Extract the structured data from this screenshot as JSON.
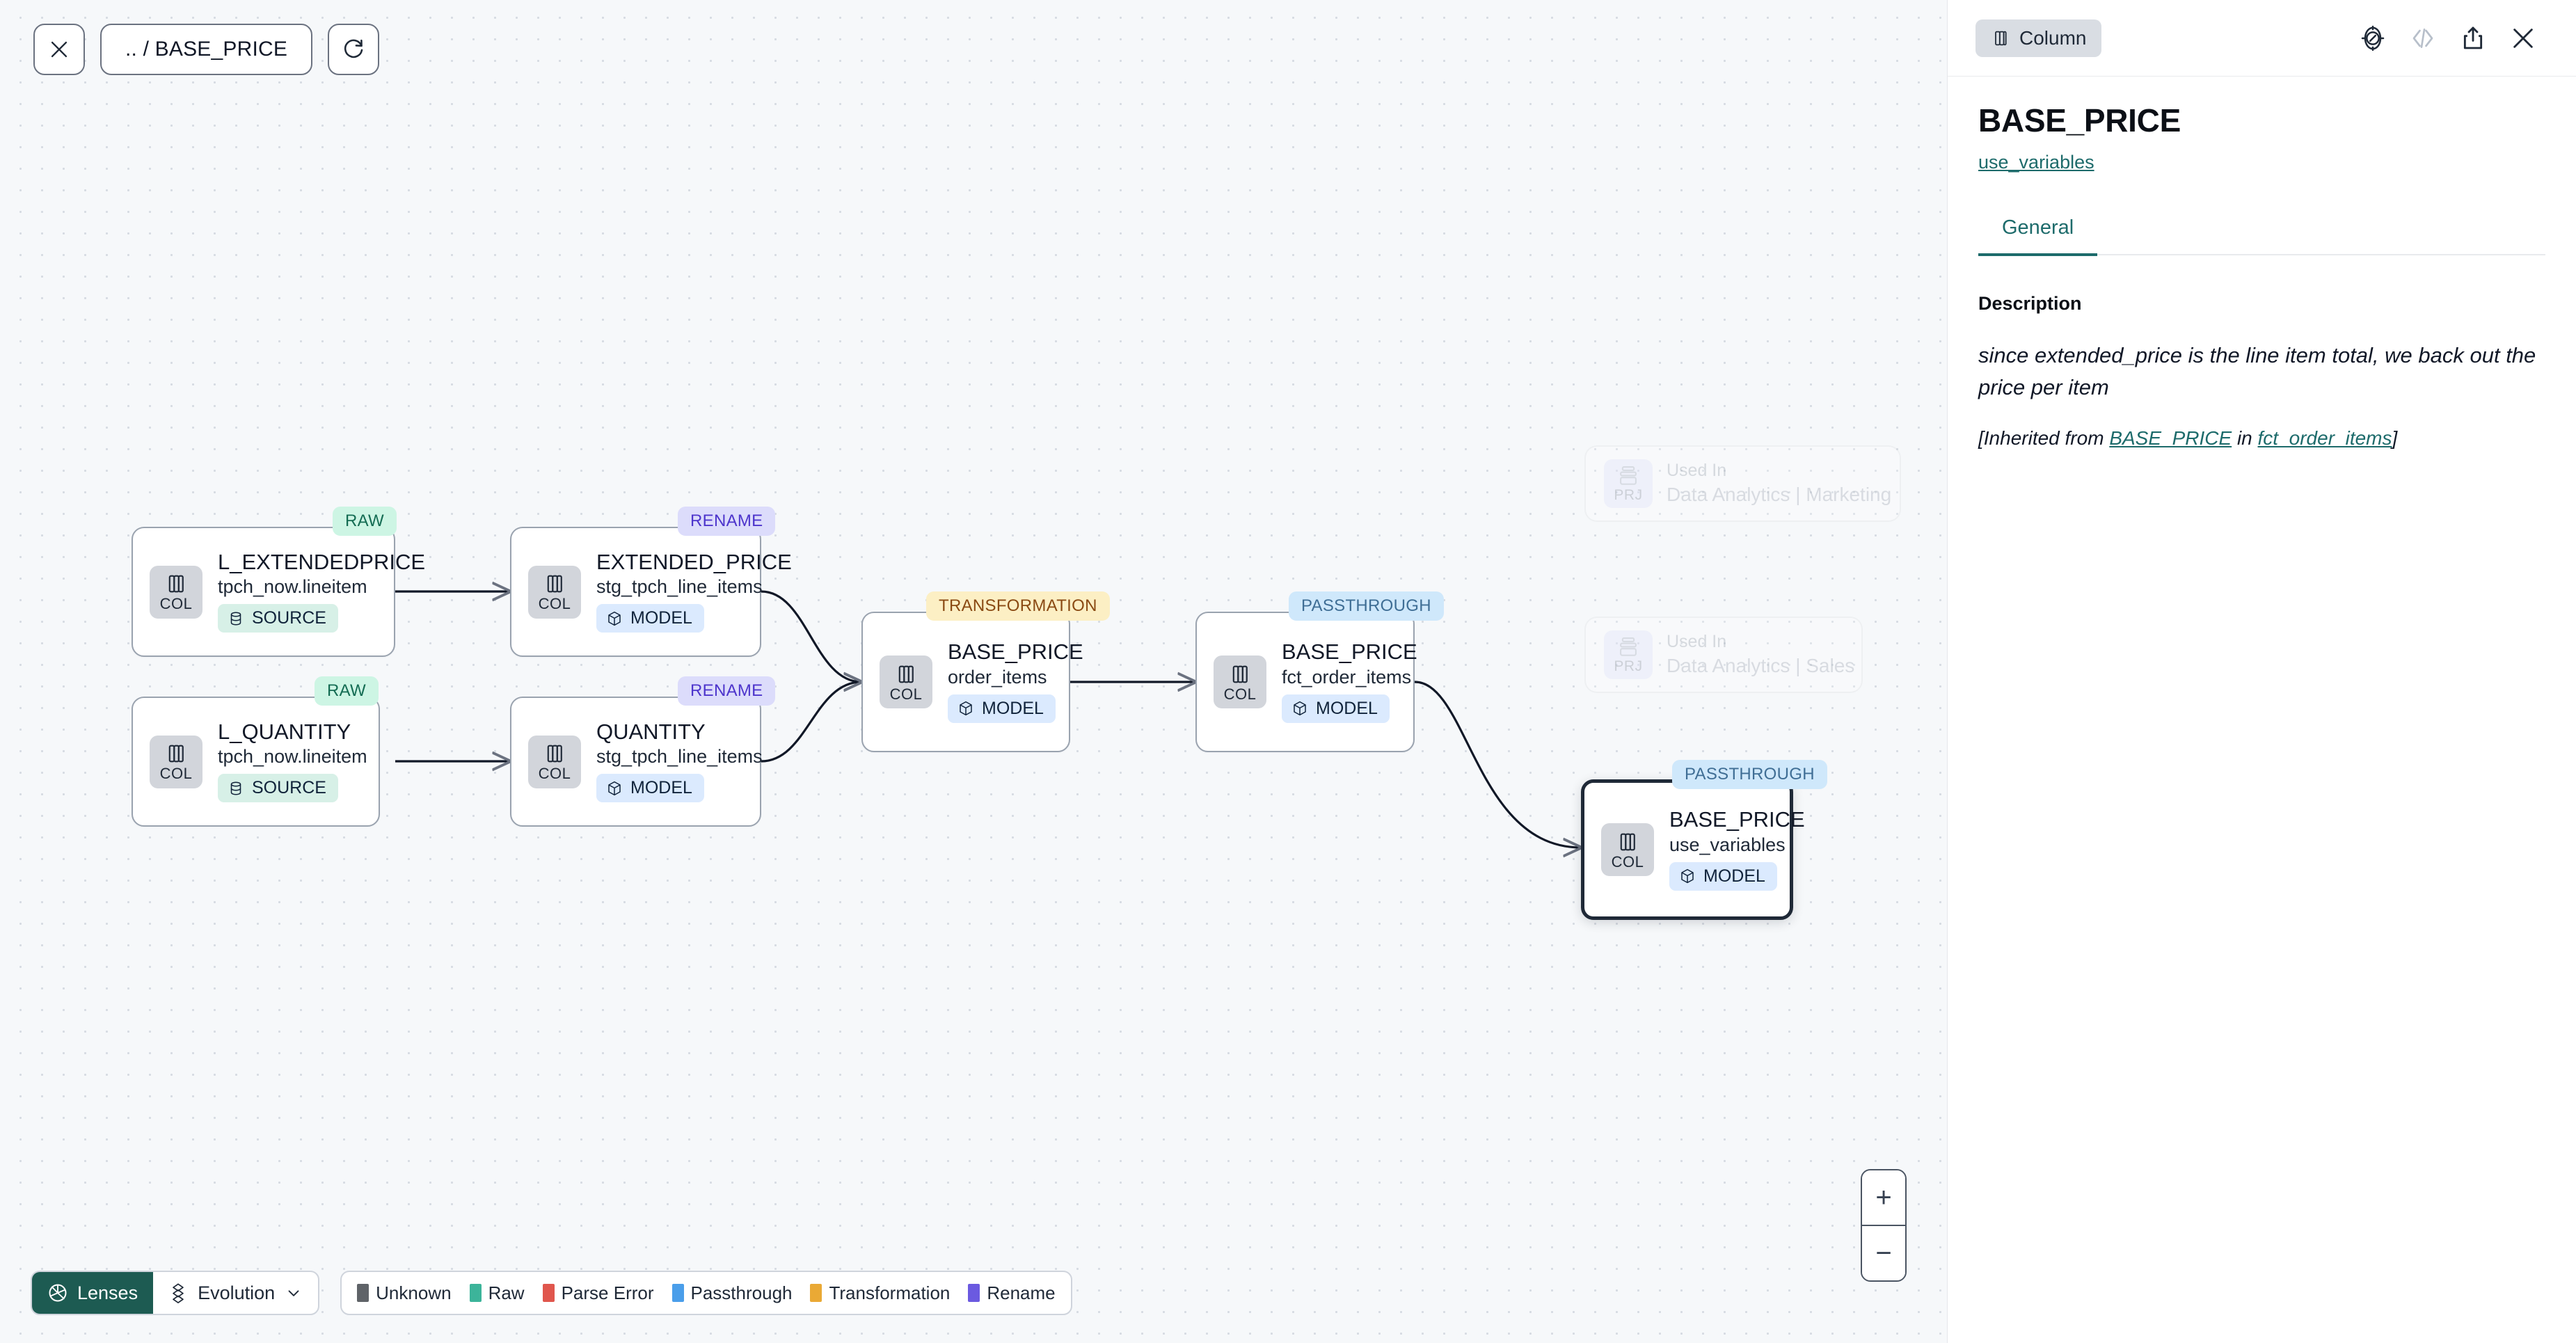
{
  "toolbar": {
    "close_label": "close-icon",
    "breadcrumb": ".. / BASE_PRICE",
    "refresh_label": "refresh-icon"
  },
  "canvas": {
    "nodes": [
      {
        "id": "n1",
        "badge": "RAW",
        "badge_kind": "raw",
        "title": "L_EXTENDEDPRICE",
        "subtitle": "tpch_now.lineitem",
        "pill": "SOURCE",
        "pill_kind": "source",
        "icon_label": "COL",
        "selected": false
      },
      {
        "id": "n2",
        "badge": "RAW",
        "badge_kind": "raw",
        "title": "L_QUANTITY",
        "subtitle": "tpch_now.lineitem",
        "pill": "SOURCE",
        "pill_kind": "source",
        "icon_label": "COL",
        "selected": false
      },
      {
        "id": "n3",
        "badge": "RENAME",
        "badge_kind": "ren",
        "title": "EXTENDED_PRICE",
        "subtitle": "stg_tpch_line_items",
        "pill": "MODEL",
        "pill_kind": "model",
        "icon_label": "COL",
        "selected": false
      },
      {
        "id": "n4",
        "badge": "RENAME",
        "badge_kind": "ren",
        "title": "QUANTITY",
        "subtitle": "stg_tpch_line_items",
        "pill": "MODEL",
        "pill_kind": "model",
        "icon_label": "COL",
        "selected": false
      },
      {
        "id": "n5",
        "badge": "TRANSFORMATION",
        "badge_kind": "trans",
        "title": "BASE_PRICE",
        "subtitle": "order_items",
        "pill": "MODEL",
        "pill_kind": "model",
        "icon_label": "COL",
        "selected": false
      },
      {
        "id": "n6",
        "badge": "PASSTHROUGH",
        "badge_kind": "pass",
        "title": "BASE_PRICE",
        "subtitle": "fct_order_items",
        "pill": "MODEL",
        "pill_kind": "model",
        "icon_label": "COL",
        "selected": false
      },
      {
        "id": "n7",
        "badge": "PASSTHROUGH",
        "badge_kind": "pass",
        "title": "BASE_PRICE",
        "subtitle": "use_variables",
        "pill": "MODEL",
        "pill_kind": "model",
        "icon_label": "COL",
        "selected": true
      }
    ],
    "project_cards": [
      {
        "id": "p1",
        "used_in": "Used In",
        "name": "Data Analytics | Marketing",
        "icon_label": "PRJ"
      },
      {
        "id": "p2",
        "used_in": "Used In",
        "name": "Data Analytics | Sales",
        "icon_label": "PRJ"
      }
    ]
  },
  "bottom_bar": {
    "lenses_label": "Lenses",
    "evolution_label": "Evolution",
    "legend": [
      {
        "label": "Unknown",
        "color": "#5f6368"
      },
      {
        "label": "Raw",
        "color": "#3cb49a"
      },
      {
        "label": "Parse Error",
        "color": "#e0564d"
      },
      {
        "label": "Passthrough",
        "color": "#4a9eea"
      },
      {
        "label": "Transformation",
        "color": "#eaa935"
      },
      {
        "label": "Rename",
        "color": "#6b5ae0"
      }
    ]
  },
  "zoom_controls": {
    "zoom_in": "+",
    "zoom_out": "−"
  },
  "panel": {
    "chip_label": "Column",
    "title": "BASE_PRICE",
    "subtitle_link": "use_variables",
    "tabs": [
      {
        "label": "General",
        "active": true
      }
    ],
    "section_title": "Description",
    "description": "since extended_price is the line item total, we back out the price per item",
    "inherited_prefix": "[Inherited from ",
    "inherited_link_1": "BASE_PRICE",
    "inherited_middle": " in ",
    "inherited_link_2": "fct_order_items",
    "inherited_suffix": "]",
    "icons": [
      "compass-icon",
      "code-icon",
      "share-icon",
      "close-icon"
    ]
  },
  "colors": {
    "accent_teal": "#1d6b6b",
    "lens_green": "#1d5b52",
    "canvas_bg": "#f6f8fa"
  }
}
